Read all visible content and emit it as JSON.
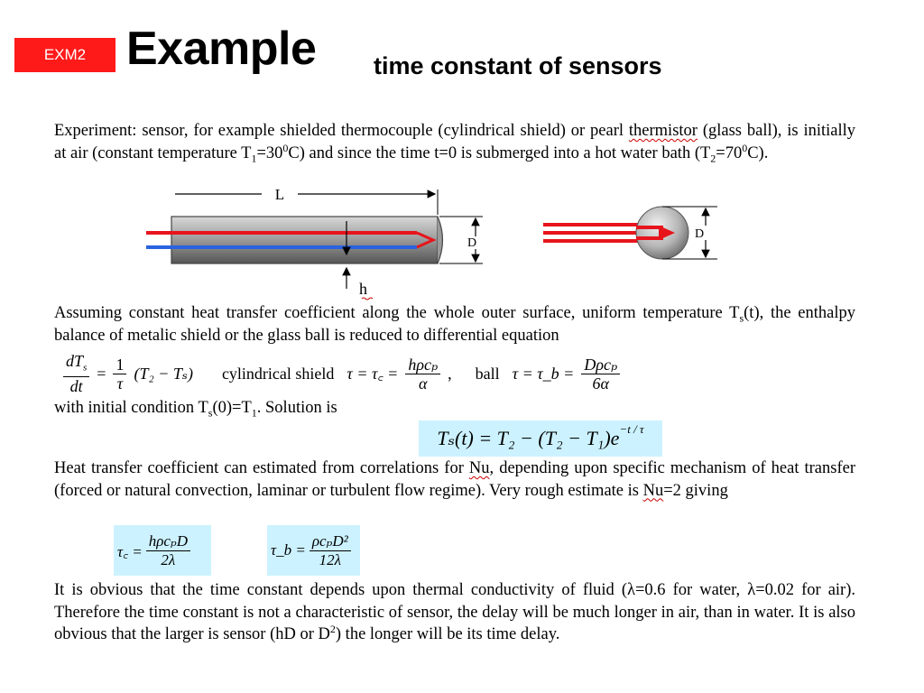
{
  "header": {
    "badge": "EXM2",
    "title": "Example",
    "subtitle": "time constant of sensors"
  },
  "intro": {
    "t1": "Experiment: sensor, for example shielded thermocouple (cylindrical shield) or pearl ",
    "w1": "thermistor",
    "t2": " (glass ball), is initially at air (constant temperature T",
    "s1": "1",
    "t3": "=30",
    "s2": "0",
    "t4": "C) and since the time t=0 is submerged into a hot water bath (T",
    "s3": "2",
    "t5": "=70",
    "s4": "0",
    "t6": "C)."
  },
  "diagram": {
    "label_L": "L",
    "label_D1": "D",
    "label_D2": "D",
    "label_h": "h",
    "colors": {
      "hot": "#e8141c",
      "cold": "#2a62e0",
      "shield": "#8a8a8a"
    }
  },
  "assume": {
    "t1": "Assuming constant heat transfer coefficient along the whole outer surface, uniform temperature T",
    "s1": "s",
    "t2": "(t), the enthalpy balance of metalic shield or the glass ball is reduced to differential equation"
  },
  "equations": {
    "ode_num": "dT",
    "ode_num_sub": "s",
    "ode_den": "dt",
    "ode_one": "1",
    "ode_tau": "τ",
    "ode_rhs": "(T₂ − Tₛ)",
    "cyl_label": "cylindrical shield",
    "cyl_lhs": "τ = τ꜀ =",
    "cyl_num": "hρcₚ",
    "cyl_den": "α",
    "ball_label": "ball",
    "ball_lhs": "τ = τ_b =",
    "ball_num": "Dρcₚ",
    "ball_den": "6α"
  },
  "initial": {
    "t1": "with initial condition T",
    "s1": "s",
    "t2": "(0)=T",
    "s2": "1",
    "t3": ". Solution is"
  },
  "solution": {
    "lhs": "Tₛ(t) = T₂ − (T₂ − T₁)e",
    "exp": "−t / τ"
  },
  "nusselt": {
    "t1": "Heat transfer coefficient can estimated from correlations for ",
    "w1": "Nu",
    "t2": ", depending upon specific mechanism of heat transfer (forced or natural convection, laminar or turbulent flow regime). Very rough estimate is ",
    "w2": "Nu",
    "t3": "=2 giving"
  },
  "tau_eqs": {
    "c_lhs": "τ꜀ =",
    "c_num": "hρcₚD",
    "c_den": "2λ",
    "b_lhs": "τ_b =",
    "b_num": "ρcₚD²",
    "b_den": "12λ"
  },
  "conclusion": {
    "t1": "It is obvious that the time constant depends upon thermal conductivity of fluid (λ=0.6 for water, λ=0.02 for air). Therefore the time constant is not a characteristic of sensor, the delay will be much longer in air, than in water. It is also obvious that the larger is sensor (hD or D",
    "s1": "2",
    "t2": ") the longer will be its time delay."
  }
}
